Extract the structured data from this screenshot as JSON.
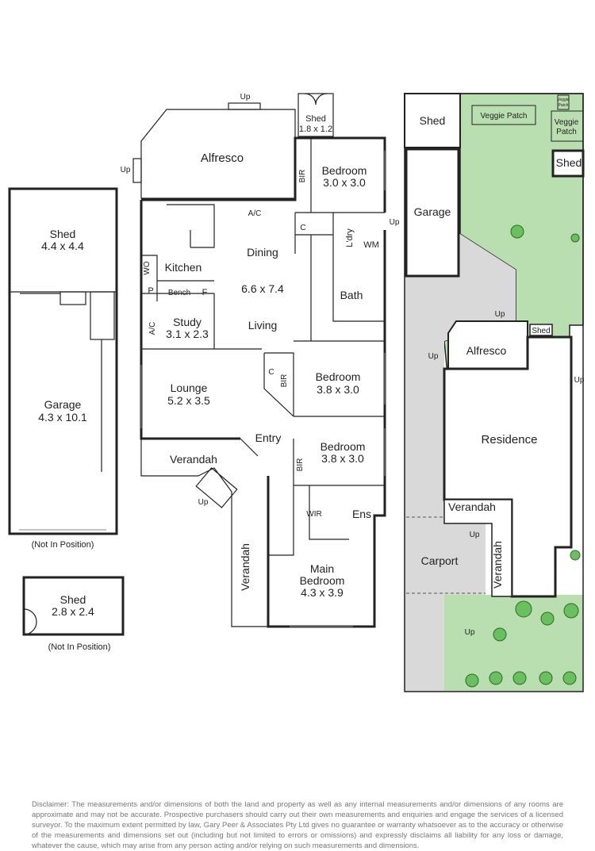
{
  "floor_plan": {
    "rooms": {
      "alfresco": "Alfresco",
      "shed_small_name": "Shed",
      "shed_small_dims": "1.8 x 1.2",
      "bedroom1_name": "Bedroom",
      "bedroom1_dims": "3.0 x 3.0",
      "bir": "BIR",
      "ac_top": "A/C",
      "c": "C",
      "laundry": "L'dry",
      "wm": "WM",
      "kitchen": "Kitchen",
      "wo": "WO",
      "pantry": "P",
      "bench": "Bench",
      "fridge": "F",
      "dining": "Dining",
      "dining_dims": "6.6 x 7.4",
      "living": "Living",
      "bath": "Bath",
      "study_name": "Study",
      "study_dims": "3.1 x 2.3",
      "ac_study": "A/C",
      "bedroom2_name": "Bedroom",
      "bedroom2_dims": "3.8 x 3.0",
      "lounge_name": "Lounge",
      "lounge_dims": "5.2 x 3.5",
      "entry": "Entry",
      "bedroom3_name": "Bedroom",
      "bedroom3_dims": "3.8 x 3.0",
      "verandah": "Verandah",
      "wir": "WIR",
      "ens": "Ens",
      "main_bedroom_name": "Main",
      "main_bedroom_name2": "Bedroom",
      "main_bedroom_dims": "4.3 x 3.9",
      "shed_large_name": "Shed",
      "shed_large_dims": "4.4 x 4.4",
      "garage_name": "Garage",
      "garage_dims": "4.3 x 10.1",
      "not_in_position": "(Not In Position)",
      "shed_detached_name": "Shed",
      "shed_detached_dims": "2.8 x 2.4",
      "not_in_position2": "(Not In Position)"
    },
    "up_label": "Up"
  },
  "site_plan": {
    "shed_tl": "Shed",
    "veggie_patch": "Veggie Patch",
    "veggie_patch2_line1": "Veggie",
    "veggie_patch2_line2": "Patch",
    "veggie_small_line1": "Veggie",
    "veggie_small_line2": "Patch",
    "shed_tr": "Shed",
    "garage": "Garage",
    "alfresco": "Alfresco",
    "shed_small": "Shed",
    "residence": "Residence",
    "verandah_h": "Verandah",
    "verandah_v": "Verandah",
    "carport": "Carport",
    "up_label": "Up"
  },
  "colors": {
    "lawn": "#b9dfb0",
    "driveway": "#d9d9d9",
    "walls": "#222222"
  },
  "disclaimer": "Disclaimer: The measurements and/or dimensions of both the land and property as well as any internal measurements and/or dimensions of any rooms are approximate and may not be accurate. Prospective purchasers should carry out their own measurements and enquiries and engage the services of a licensed surveyor. To the maximum extent permitted by law, Gary Peer & Associates Pty Ltd gives no guarantee or warranty whatsoever as to the accuracy or otherwise of the measurements and dimensions set out (including but not limited to errors or omissions) and expressly disclaims all liability for any loss or damage, whatever the cause, which may arise from any person acting and/or relying on such measurements and dimensions."
}
